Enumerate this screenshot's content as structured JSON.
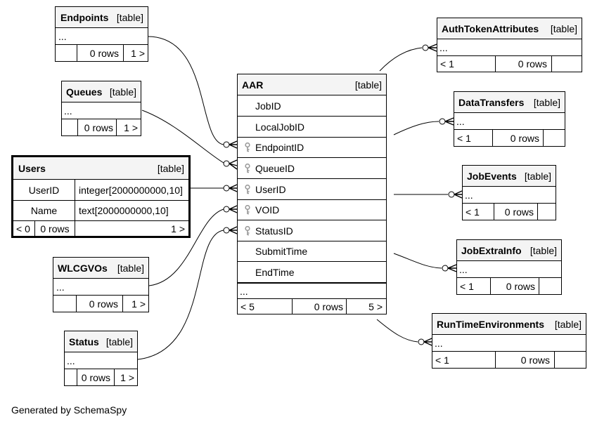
{
  "footer": "Generated by SchemaSpy",
  "tag": "[table]",
  "tables": {
    "endpoints": {
      "name": "Endpoints",
      "ellipsis": "...",
      "rows": "0 rows",
      "right": "1 >"
    },
    "queues": {
      "name": "Queues",
      "ellipsis": "...",
      "rows": "0 rows",
      "right": "1 >"
    },
    "users": {
      "name": "Users",
      "columns": [
        {
          "name": "UserID",
          "type": "integer[2000000000,10]"
        },
        {
          "name": "Name",
          "type": "text[2000000000,10]"
        }
      ],
      "left": "< 0",
      "rows": "0 rows",
      "right": "1 >"
    },
    "wlcgvos": {
      "name": "WLCGVOs",
      "ellipsis": "...",
      "rows": "0 rows",
      "right": "1 >"
    },
    "status": {
      "name": "Status",
      "ellipsis": "...",
      "rows": "0 rows",
      "right": "1 >"
    },
    "aar": {
      "name": "AAR",
      "columns": [
        "JobID",
        "LocalJobID",
        "EndpointID",
        "QueueID",
        "UserID",
        "VOID",
        "StatusID",
        "SubmitTime",
        "EndTime"
      ],
      "ellipsis": "...",
      "left": "< 5",
      "rows": "0 rows",
      "right": "5 >"
    },
    "authtoken": {
      "name": "AuthTokenAttributes",
      "ellipsis": "...",
      "left": "< 1",
      "rows": "0 rows"
    },
    "datatransfers": {
      "name": "DataTransfers",
      "ellipsis": "...",
      "left": "< 1",
      "rows": "0 rows"
    },
    "jobevents": {
      "name": "JobEvents",
      "ellipsis": "...",
      "left": "< 1",
      "rows": "0 rows"
    },
    "jobextrainfo": {
      "name": "JobExtraInfo",
      "ellipsis": "...",
      "left": "< 1",
      "rows": "0 rows"
    },
    "runtimeenv": {
      "name": "RunTimeEnvironments",
      "ellipsis": "...",
      "left": "< 1",
      "rows": "0 rows"
    }
  }
}
